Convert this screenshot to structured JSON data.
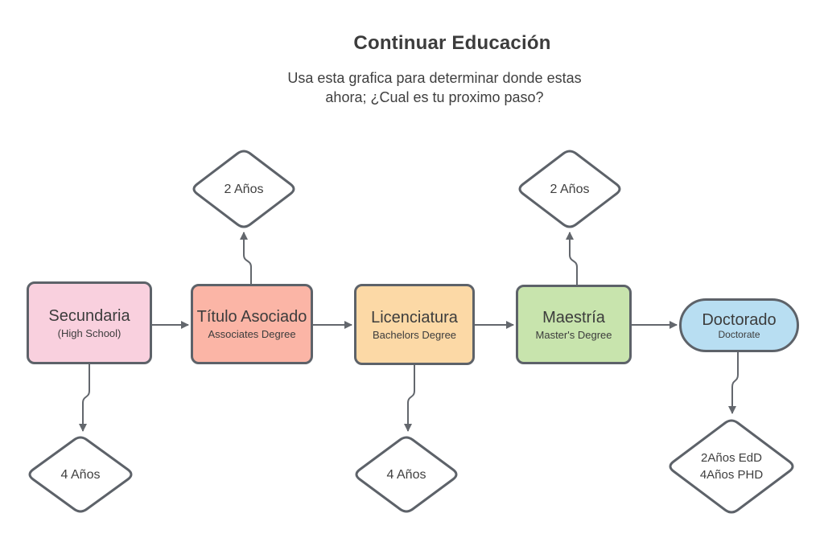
{
  "header": {
    "title": "Continuar Educación",
    "subtitle_line1": "Usa esta grafica para determinar donde estas",
    "subtitle_line2": "ahora; ¿Cual es tu proximo paso?"
  },
  "flowchart": {
    "nodes": [
      {
        "label": "Secundaria",
        "sublabel": "(High School)",
        "shape": "rounded-rectangle",
        "fill": "#f9d0de"
      },
      {
        "label": "Título Asociado",
        "sublabel": "Associates Degree",
        "shape": "rounded-rectangle",
        "fill": "#fbb5a6"
      },
      {
        "label": "Licenciatura",
        "sublabel": "Bachelors Degree",
        "shape": "rounded-rectangle",
        "fill": "#fcd9a6"
      },
      {
        "label": "Maestría",
        "sublabel": "Master's Degree",
        "shape": "rounded-rectangle",
        "fill": "#c8e4ad"
      },
      {
        "label": "Doctorado",
        "sublabel": "Doctorate",
        "shape": "stadium",
        "fill": "#b8def2"
      }
    ],
    "decisions": [
      {
        "label": "2 Años",
        "position": "above Título Asociado"
      },
      {
        "label": "2 Años",
        "position": "above Maestría"
      },
      {
        "label": "4 Años",
        "position": "below Secundaria"
      },
      {
        "label": "4 Años",
        "position": "below Licenciatura"
      },
      {
        "label_line1": "2Años EdD",
        "label_line2": "4Años PHD",
        "position": "below Doctorado"
      }
    ],
    "colors": {
      "shape_border": "#5d6269",
      "connector": "#63676d",
      "text": "#3c3c3c",
      "decision_fill": "#ffffff"
    }
  }
}
